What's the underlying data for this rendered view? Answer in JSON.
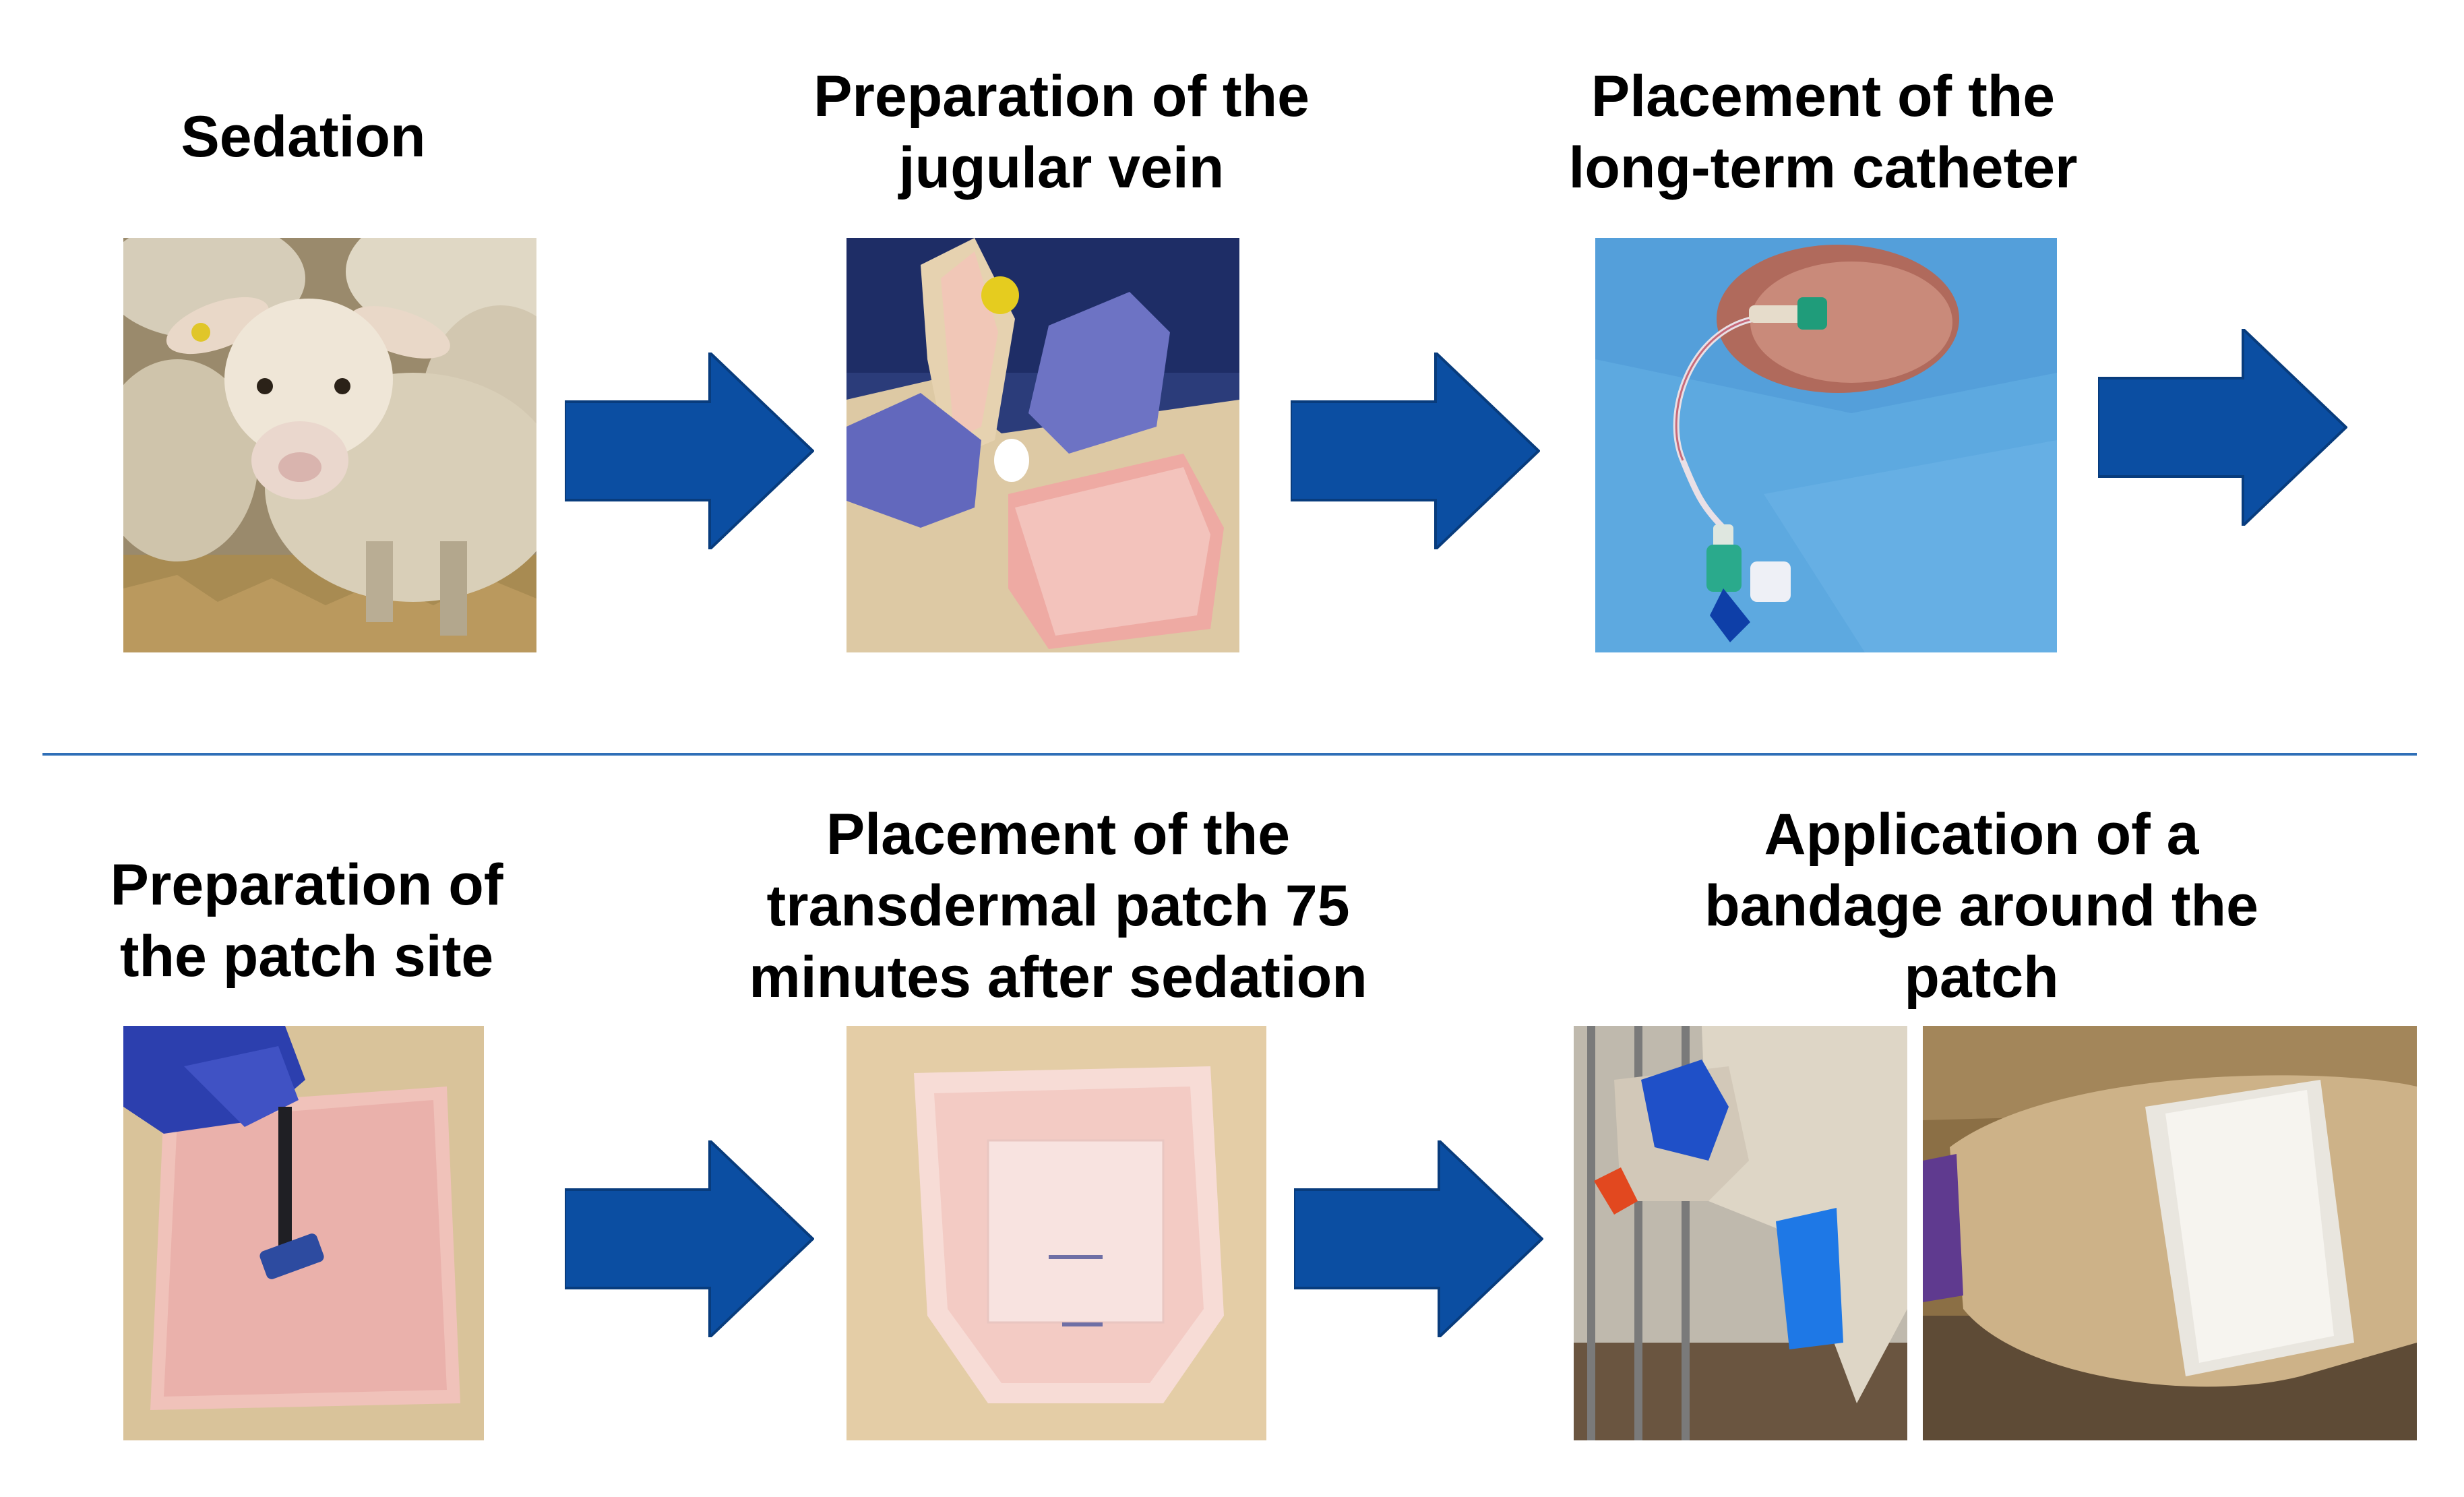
{
  "colors": {
    "arrow": "#0b4ea2",
    "arrow_edge": "#083c7d",
    "divider": "#2f6fb7"
  },
  "top_row": {
    "step1": {
      "title": "Sedation",
      "image": "sheep-in-pen"
    },
    "step2": {
      "title": "Preparation of the\njugular vein",
      "image": "gloved-hands-cleaning-shaved-neck"
    },
    "step3": {
      "title": "Placement of the\nlong-term catheter",
      "image": "catheter-under-blue-drape"
    }
  },
  "bottom_row": {
    "step4": {
      "title": "Preparation of\nthe patch site",
      "image": "razor-shaving-patch-site"
    },
    "step5": {
      "title": "Placement of the\ntransdermal patch 75\nminutes after sedation",
      "image": "transdermal-patch-on-shaved-skin"
    },
    "step6": {
      "title": "Application of a\nbandage around the\npatch",
      "images": [
        "sheep-with-blue-leg-bandage",
        "sheep-with-white-body-bandage"
      ]
    }
  }
}
